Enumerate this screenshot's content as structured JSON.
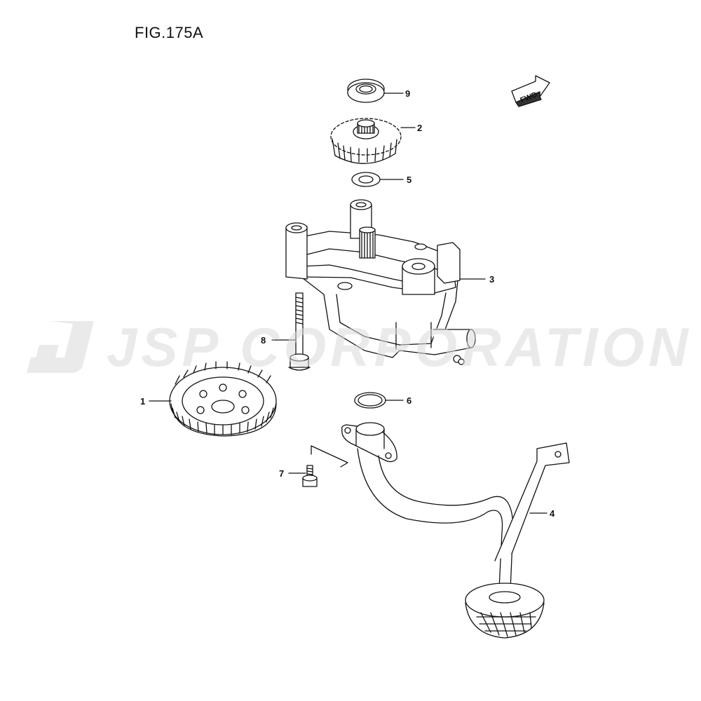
{
  "figure": {
    "title": "FIG.175A"
  },
  "fwd_arrow": {
    "label": "FWD"
  },
  "watermark": {
    "text": "JSP CORPORATION"
  },
  "callouts": [
    {
      "id": "9",
      "label": "9"
    },
    {
      "id": "2",
      "label": "2"
    },
    {
      "id": "5",
      "label": "5"
    },
    {
      "id": "3",
      "label": "3"
    },
    {
      "id": "8",
      "label": "8"
    },
    {
      "id": "1",
      "label": "1"
    },
    {
      "id": "6",
      "label": "6"
    },
    {
      "id": "7",
      "label": "7"
    },
    {
      "id": "4",
      "label": "4"
    }
  ]
}
